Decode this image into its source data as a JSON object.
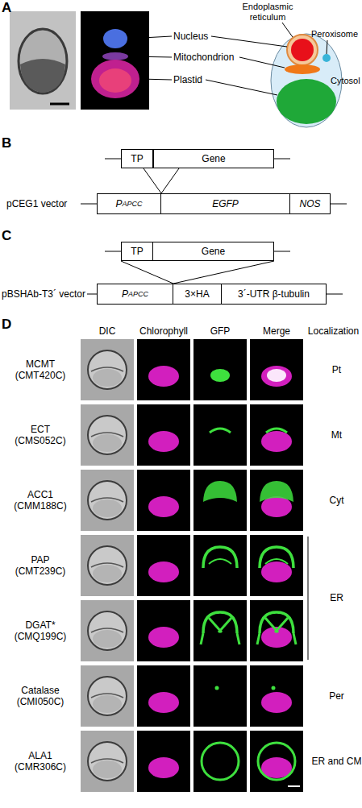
{
  "diagram": {
    "nodes": [
      {
        "text": [
          "TP"
        ]
      },
      {
        "text": [
          "Gene"
        ]
      },
      {
        "text": [
          "P",
          "APCC"
        ]
      },
      {
        "text": [
          "EGFP"
        ]
      },
      {
        "text": [
          "NOS"
        ]
      },
      {
        "text": [
          "TP"
        ]
      },
      {
        "text": [
          "Gene"
        ]
      },
      {
        "text": [
          "P",
          "APCC"
        ]
      },
      {
        "text": [
          "3×HA"
        ]
      },
      {
        "text": [
          "3´-UTR β-tubulin"
        ]
      }
    ],
    "labels": [
      "A",
      "Endoplasmic reticulum",
      "Peroxisome",
      "Nucleus",
      "Mitochondrion",
      "Cytosol",
      "Plastid",
      "B",
      "pCEG1 vector",
      "C",
      "pBSHAb-T3´ vector",
      "D",
      "DIC",
      "Chlorophyll",
      "GFP",
      "Merge",
      "Localization",
      "MCMT (CMT420C)",
      "Pt",
      "ECT (CMS052C)",
      "Mt",
      "ACC1 (CMM188C)",
      "Cyt",
      "PAP (CMT239C)",
      "ER",
      "DGAT* (CMQ199C)",
      "Catalase (CMI050C)",
      "Per",
      "ALA1 (CMR306C)",
      "ER and CM"
    ]
  }
}
